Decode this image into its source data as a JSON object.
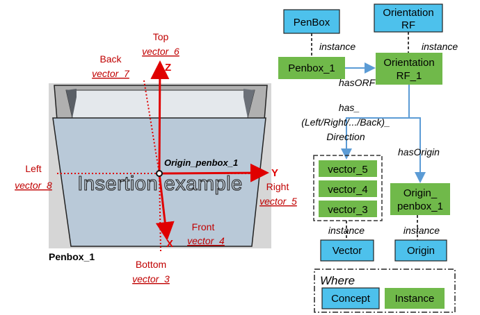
{
  "colors": {
    "concept": "#4dc1ec",
    "instance": "#70b94a",
    "axis": "#e00000",
    "label": "#c00000",
    "arrow": "#5b9bd5",
    "box_face": "#b9c9d8"
  },
  "left": {
    "top": "Top",
    "top_vec": "vector_6",
    "back": "Back",
    "back_vec": "vector_7",
    "left": "Left",
    "left_vec": "vector_8",
    "right": "Right",
    "right_vec": "vector_5",
    "front": "Front",
    "front_vec": "vector_4",
    "bottom": "Bottom",
    "bottom_vec": "vector_3",
    "z": "Z",
    "y": "Y",
    "x": "X",
    "origin": "Origin_penbox_1",
    "embossed": "Insertion example",
    "caption": "Penbox_1"
  },
  "right": {
    "penbox_concept": "PenBox",
    "orf_concept_1": "Orientation",
    "orf_concept_2": "RF",
    "penbox_inst": "Penbox_1",
    "orf_inst_1": "Orientation",
    "orf_inst_2": "RF_1",
    "instance_label": "instance",
    "has_orf": "hasORF",
    "has_dir_1": "has_",
    "has_dir_2": "(Left/Right/.../Back)_",
    "has_dir_3": "Direction",
    "has_origin": "hasOrigin",
    "v5": "vector_5",
    "v4": "vector_4",
    "v3": "vector_3",
    "origin_inst_1": "Origin_",
    "origin_inst_2": "penbox_1",
    "vector_concept": "Vector",
    "origin_concept": "Origin",
    "where": "Where",
    "legend_concept": "Concept",
    "legend_instance": "Instance"
  }
}
